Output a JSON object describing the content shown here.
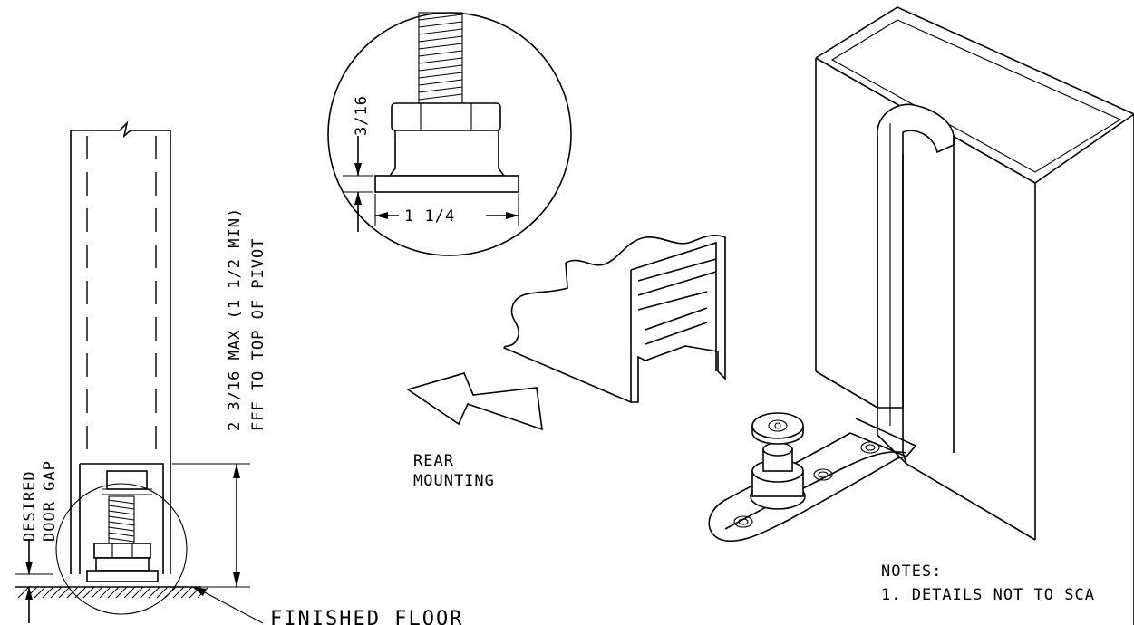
{
  "labels": {
    "desired_gap_line1": "DESIRED",
    "desired_gap_line2": "DOOR GAP",
    "vertical_dim_line1": "2 3/16 MAX (1 1/2 MIN)",
    "vertical_dim_line2": "FFF TO TOP OF PIVOT",
    "finished_floor": "FINISHED FLOOR",
    "rear_mounting_line1": "REAR",
    "rear_mounting_line2": "MOUNTING",
    "detail_height": "3/16",
    "detail_width": "1 1/4",
    "notes_title": "NOTES:",
    "note_1": "1. DETAILS NOT TO SCA"
  },
  "colors": {
    "line": "#000000",
    "background": "#ffffff"
  }
}
